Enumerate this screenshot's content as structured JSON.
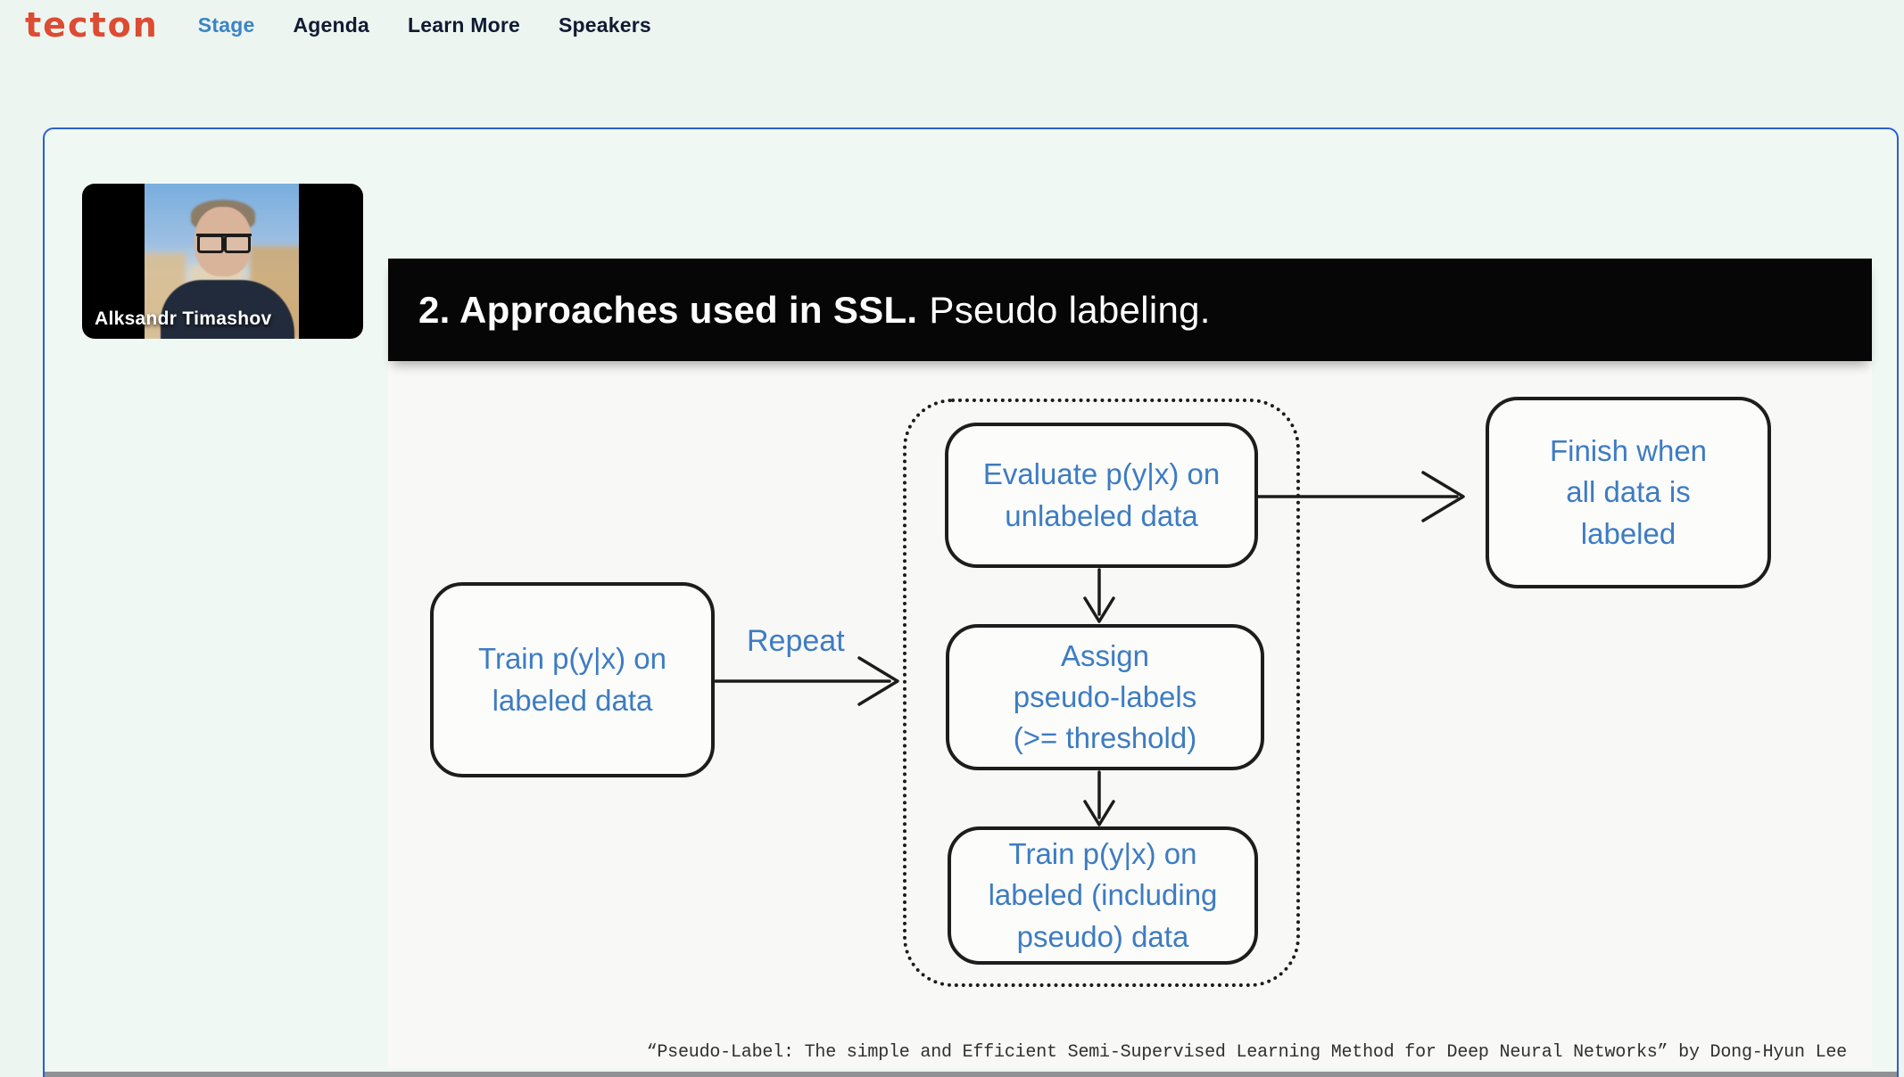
{
  "nav": {
    "logo_text": "tecton",
    "items": [
      {
        "label": "Stage",
        "active": true
      },
      {
        "label": "Agenda",
        "active": false
      },
      {
        "label": "Learn More",
        "active": false
      },
      {
        "label": "Speakers",
        "active": false
      }
    ]
  },
  "stage_panel": {
    "presenter": {
      "name": "Alksandr Timashov"
    },
    "slide": {
      "title_bold": "2. Approaches used in SSL.",
      "title_regular": "Pseudo labeling.",
      "flowchart": {
        "train_labeled": "Train p(y|x) on\nlabeled data",
        "repeat_label": "Repeat",
        "evaluate_unlabeled": "Evaluate p(y|x) on\nunlabeled data",
        "assign_pseudo": "Assign\npseudo-labels\n(>= threshold)",
        "train_including_pseudo": "Train p(y|x) on\nlabeled (including\npseudo) data",
        "finish": "Finish when\nall data is\nlabeled"
      },
      "citation": "“Pseudo-Label: The simple and Efficient Semi-Supervised Learning Method for Deep Neural Networks” by Dong-Hyun Lee"
    }
  },
  "colors": {
    "logo_red": "#dd4b33",
    "nav_active_blue": "#3a85c7",
    "nav_dark": "#101b33",
    "panel_border_blue": "#2b5fd0",
    "flow_text_blue": "#3d7cc2",
    "slide_bar_black": "#060606"
  }
}
